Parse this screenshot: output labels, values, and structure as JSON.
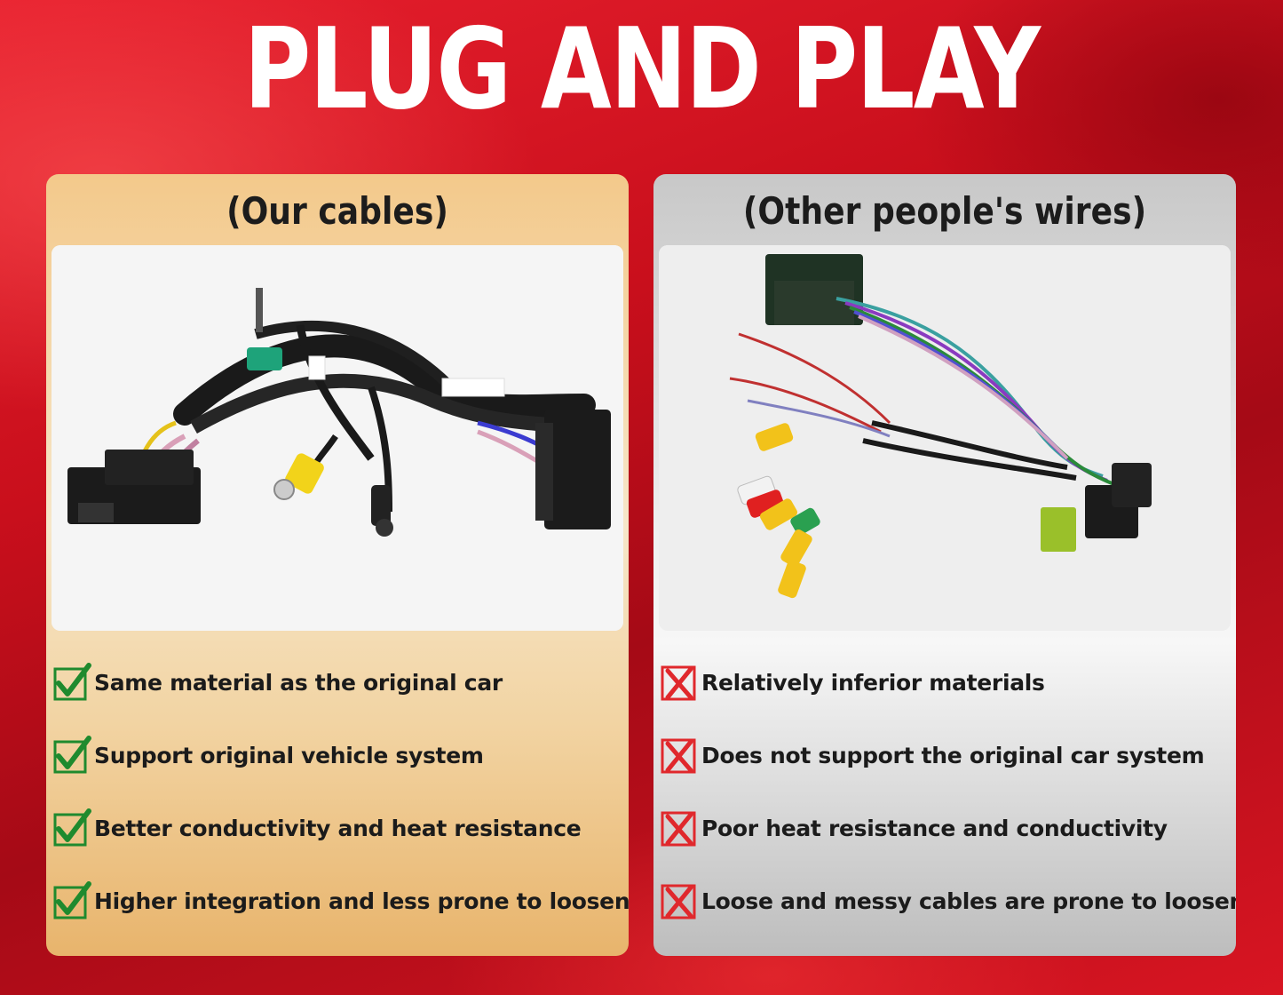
{
  "title": "PLUG AND PLAY",
  "left_panel": {
    "title": "(Our cables)",
    "features": [
      {
        "text": "Same material as the original car",
        "icon": "check-icon"
      },
      {
        "text": "Support original vehicle system",
        "icon": "check-icon"
      },
      {
        "text": "Better conductivity and heat resistance",
        "icon": "check-icon"
      },
      {
        "text": "Higher integration and less prone to loosening",
        "icon": "check-icon"
      }
    ]
  },
  "right_panel": {
    "title": "(Other people's wires)",
    "features": [
      {
        "text": "Relatively inferior materials",
        "icon": "cross-icon"
      },
      {
        "text": "Does not support the original car system",
        "icon": "cross-icon"
      },
      {
        "text": "Poor heat resistance and conductivity",
        "icon": "cross-icon"
      },
      {
        "text": "Loose and messy cables are prone to loosening",
        "icon": "cross-icon"
      }
    ]
  },
  "colors": {
    "check": "#1f8a2e",
    "cross": "#e0282c",
    "background": "#d0101c"
  }
}
